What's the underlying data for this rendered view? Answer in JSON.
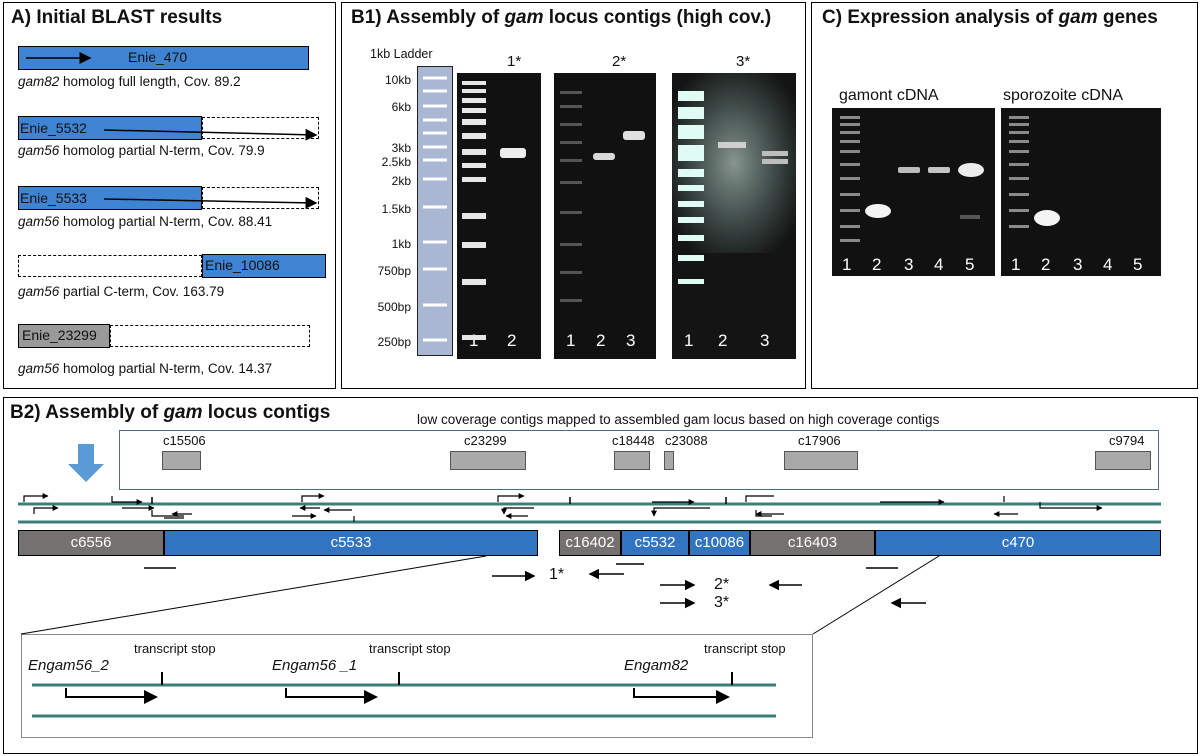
{
  "panel_a": {
    "title": "A) Initial BLAST results",
    "rows": [
      {
        "name": "Enie_470",
        "caption_gene": "gam82",
        "caption_rest": " homolog full length, Cov. 89.2"
      },
      {
        "name": "Enie_5532",
        "caption_gene": "gam56",
        "caption_rest": " homolog  partial N-term, Cov. 79.9"
      },
      {
        "name": "Enie_5533",
        "caption_gene": "gam56",
        "caption_rest": " homolog  partial N-term, Cov. 88.41"
      },
      {
        "name": "Enie_10086",
        "caption_gene": "gam56",
        "caption_rest": "  partial C-term, Cov. 163.79"
      },
      {
        "name": "Enie_23299",
        "caption_gene": "gam56",
        "caption_rest": " homolog  partial N-term, Cov. 14.37"
      }
    ]
  },
  "panel_b1": {
    "title_pre": "B1) Assembly of ",
    "title_gene": "gam",
    "title_post": " locus contigs (high cov.)",
    "ladder_title": "1kb Ladder",
    "ladder_sizes": [
      "10kb",
      "6kb",
      "3kb",
      "2.5kb",
      "2kb",
      "1.5kb",
      "1kb",
      "750bp",
      "500bp",
      "250bp"
    ],
    "gels": [
      {
        "label": "1*",
        "lanes": [
          "1",
          "2"
        ]
      },
      {
        "label": "2*",
        "lanes": [
          "1",
          "2",
          "3"
        ]
      },
      {
        "label": "3*",
        "lanes": [
          "1",
          "2",
          "3"
        ]
      }
    ]
  },
  "panel_c": {
    "title_pre": "C) Expression analysis of ",
    "title_gene": "gam",
    "title_post": " genes",
    "gels": [
      {
        "label": "gamont cDNA",
        "lanes": [
          "1",
          "2",
          "3",
          "4",
          "5"
        ]
      },
      {
        "label": "sporozoite cDNA",
        "lanes": [
          "1",
          "2",
          "3",
          "4",
          "5"
        ]
      }
    ]
  },
  "panel_b2": {
    "title_pre": "B2) Assembly of ",
    "title_gene": "gam",
    "title_post": " locus contigs",
    "low_cov_caption": "low coverage contigs mapped to assembled gam locus based on high coverage contigs",
    "low_cov_contigs": [
      "c15506",
      "c23299",
      "c18448",
      "c23088",
      "c17906",
      "c9794"
    ],
    "contigs": [
      "c6556",
      "c5533",
      "c16402",
      "c5532",
      "c10086",
      "c16403",
      "c470"
    ],
    "primer_pairs": [
      "1*",
      "2*",
      "3*"
    ],
    "zoom": {
      "transcript_stop": "transcript stop",
      "genes": [
        "Engam56_2",
        "Engam56 _1",
        "Engam82"
      ]
    }
  },
  "colors": {
    "contig_blue": "#3f84d2",
    "contig_grey": "#767171",
    "strand_teal": "#3c7f7a"
  }
}
